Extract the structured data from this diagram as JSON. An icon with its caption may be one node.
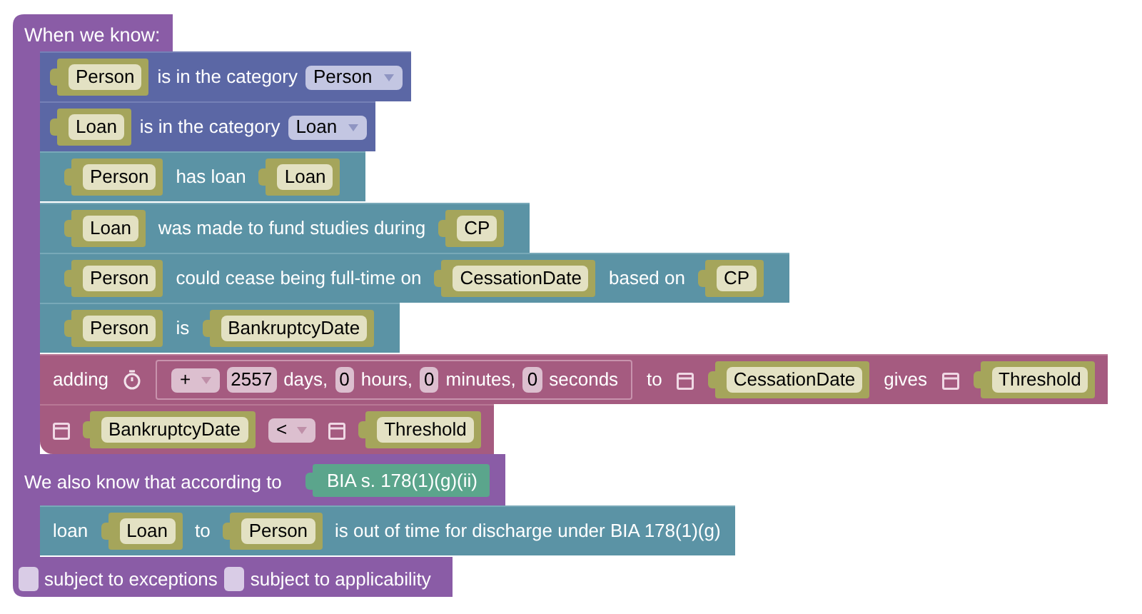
{
  "diagram": {
    "nodes": [
      {
        "text": [
          "When we know:",
          "We also know that according to",
          "subject to exceptions",
          "subject to applicability"
        ]
      },
      {
        "text": [
          "is in the category"
        ]
      },
      {
        "text": [
          "Person"
        ],
        "in": 1
      },
      {
        "text": [
          "Person"
        ],
        "in": 1
      },
      {
        "text": [
          "is in the category"
        ]
      },
      {
        "text": [
          "Loan"
        ],
        "in": 4
      },
      {
        "text": [
          "Loan"
        ],
        "in": 4
      },
      {
        "text": [
          "has loan"
        ]
      },
      {
        "text": [
          "Person"
        ],
        "in": 7
      },
      {
        "text": [
          "Loan"
        ],
        "in": 7
      },
      {
        "text": [
          "was made to fund studies during"
        ]
      },
      {
        "text": [
          "Loan"
        ],
        "in": 10
      },
      {
        "text": [
          "CP"
        ],
        "in": 10
      },
      {
        "text": [
          "could cease being full-time on",
          "based on"
        ]
      },
      {
        "text": [
          "Person"
        ],
        "in": 13
      },
      {
        "text": [
          "CessationDate"
        ],
        "in": 13
      },
      {
        "text": [
          "CP"
        ],
        "in": 13
      },
      {
        "text": [
          "is"
        ]
      },
      {
        "text": [
          "Person"
        ],
        "in": 17
      },
      {
        "text": [
          "BankruptcyDate"
        ],
        "in": 17
      },
      {
        "text": [
          "adding",
          "to",
          "gives"
        ]
      },
      {
        "text": [
          "days,",
          "hours,",
          "minutes,",
          "seconds"
        ],
        "in": 20
      },
      {
        "text": [
          "+"
        ],
        "in": 21
      },
      {
        "text": [
          "2557"
        ],
        "in": 21
      },
      {
        "text": [
          "0"
        ],
        "in": 21
      },
      {
        "text": [
          "0"
        ],
        "in": 21
      },
      {
        "text": [
          "0"
        ],
        "in": 21
      },
      {
        "text": [
          "CessationDate"
        ],
        "in": 20
      },
      {
        "text": [
          "Threshold"
        ],
        "in": 20
      },
      {
        "text": [],
        "shape": "box"
      },
      {
        "text": [
          "BankruptcyDate"
        ],
        "in": 29
      },
      {
        "text": [
          "<"
        ],
        "in": 29
      },
      {
        "text": [
          "Threshold"
        ],
        "in": 29
      },
      {
        "text": [
          "BIA s. 178(1)(g)(ii)"
        ],
        "in": 0
      },
      {
        "text": [
          "loan",
          "to",
          "is out of time for discharge under BIA 178(1)(g)"
        ]
      },
      {
        "text": [
          "Loan"
        ],
        "in": 34
      },
      {
        "text": [
          "Person"
        ],
        "in": 34
      }
    ]
  }
}
